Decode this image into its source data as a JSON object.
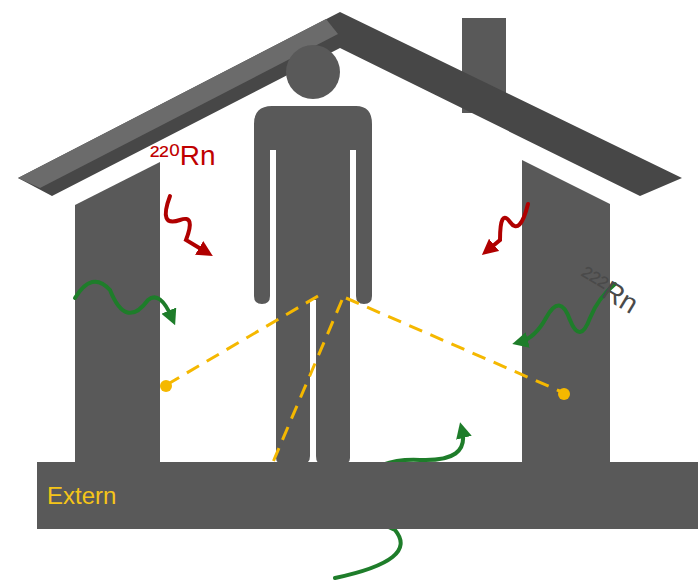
{
  "diagram": {
    "nodes": [
      {
        "text": [
          "Extern"
        ]
      }
    ],
    "labels": [
      "²²⁰Rn",
      "²²²Rn"
    ]
  }
}
